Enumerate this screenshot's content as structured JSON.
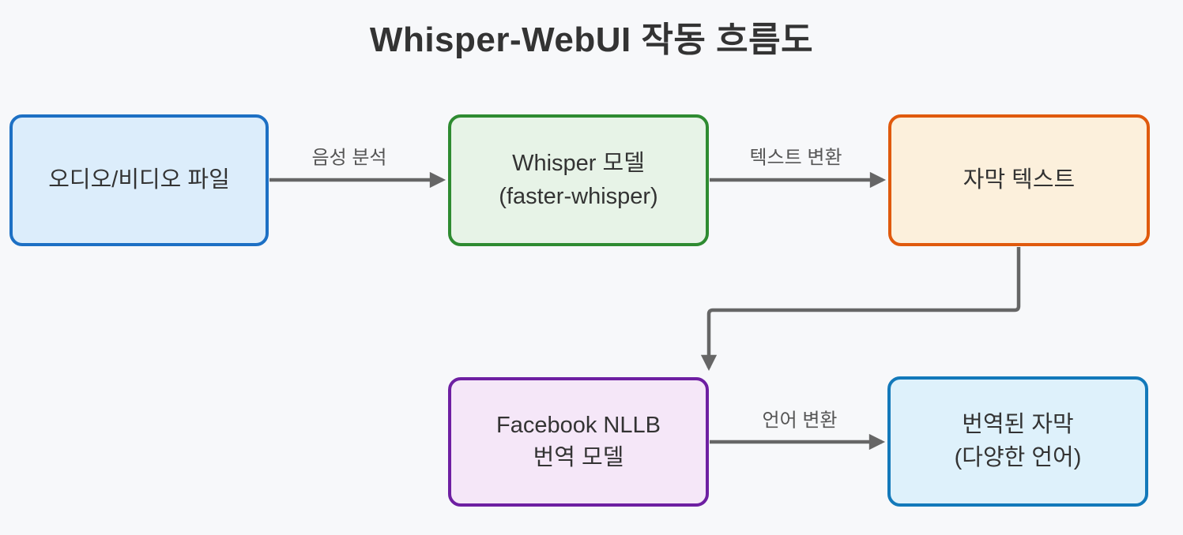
{
  "page": {
    "background": "#f7f8fa",
    "title": "Whisper-WebUI 작동 흐름도",
    "title_color": "#333333"
  },
  "diagram": {
    "type": "flowchart",
    "edge_color": "#666666",
    "text_color": "#333333",
    "label_color": "#555555",
    "nodes": [
      {
        "id": "A",
        "line1": "오디오/비디오 파일",
        "line2": "",
        "fill": "#dcedfb",
        "stroke": "#1d70c4"
      },
      {
        "id": "B",
        "line1": "Whisper 모델",
        "line2": "(faster-whisper)",
        "fill": "#e7f3e7",
        "stroke": "#2e8b31"
      },
      {
        "id": "C",
        "line1": "자막 텍스트",
        "line2": "",
        "fill": "#fcf0dc",
        "stroke": "#e05a0d"
      },
      {
        "id": "D",
        "line1": "Facebook NLLB",
        "line2": "번역 모델",
        "fill": "#f5e7f8",
        "stroke": "#6e1fa2"
      },
      {
        "id": "E",
        "line1": "번역된 자막",
        "line2": "(다양한 언어)",
        "fill": "#def1fb",
        "stroke": "#1379ba"
      }
    ],
    "edges": [
      {
        "from": "A",
        "to": "B",
        "label": "음성 분석"
      },
      {
        "from": "B",
        "to": "C",
        "label": "텍스트 변환"
      },
      {
        "from": "C",
        "to": "D",
        "label": ""
      },
      {
        "from": "D",
        "to": "E",
        "label": "언어 변환"
      }
    ]
  }
}
